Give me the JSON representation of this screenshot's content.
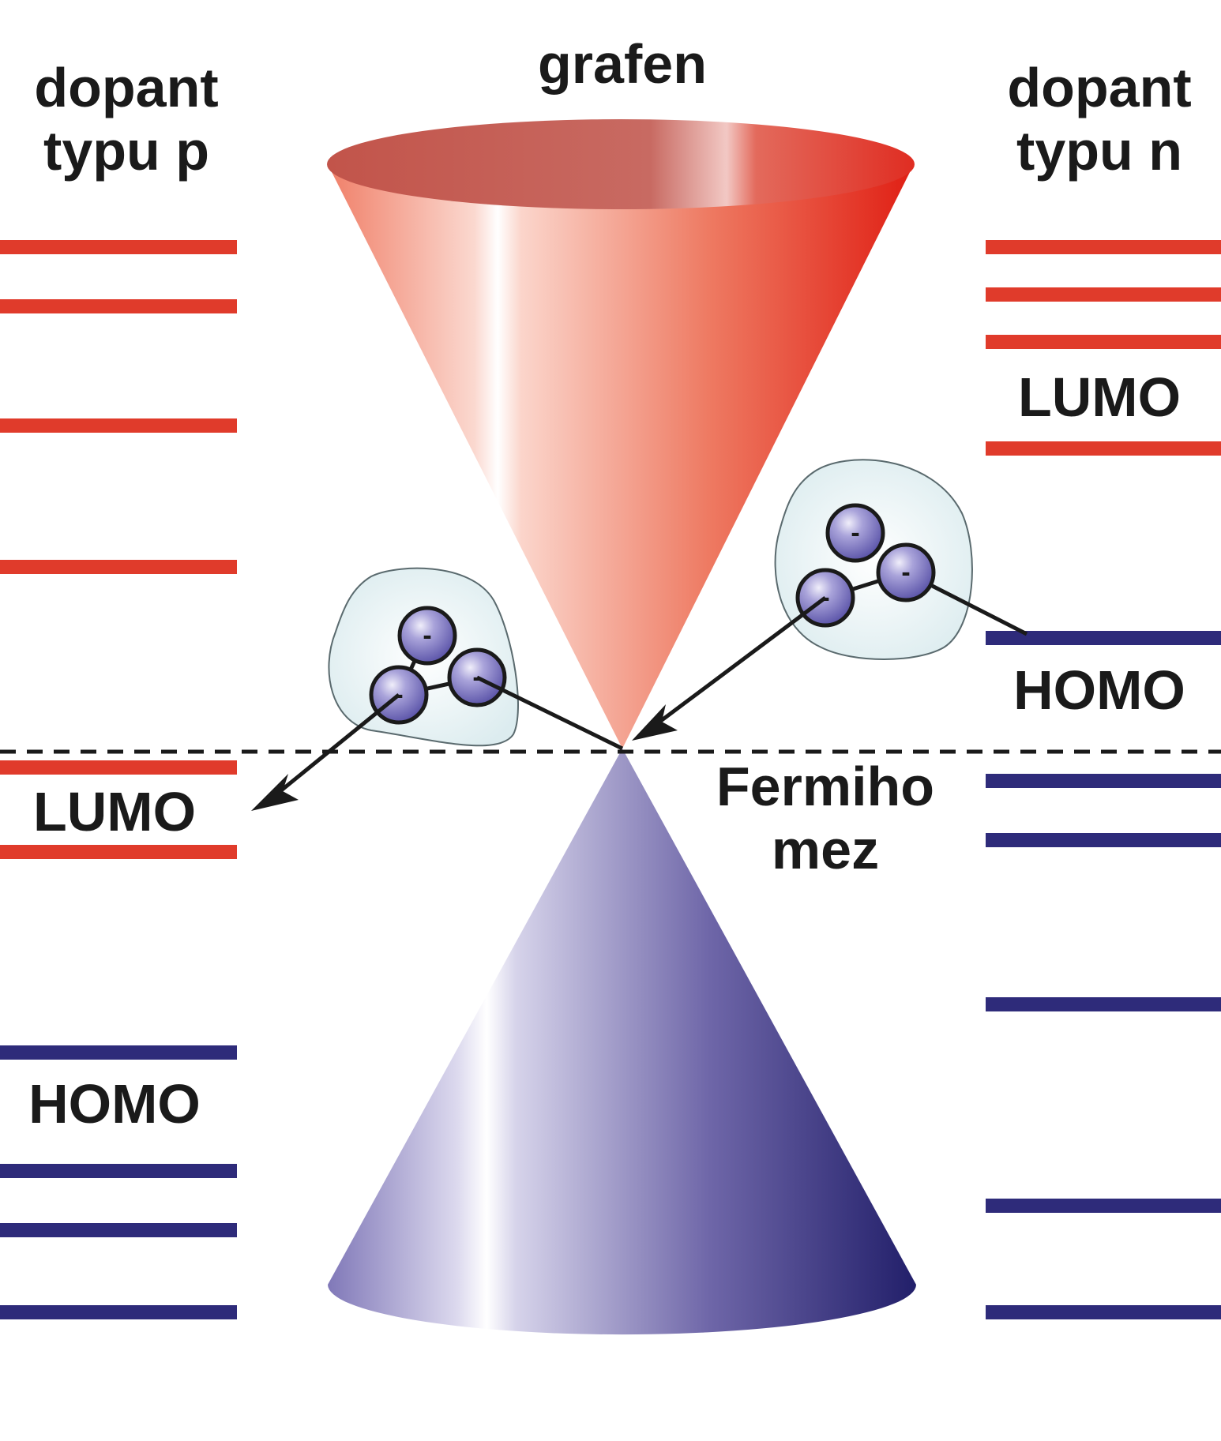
{
  "title": "grafen",
  "left": {
    "header_line1": "dopant",
    "header_line2": "typu p",
    "lumo_label": "LUMO",
    "homo_label": "HOMO"
  },
  "right": {
    "header_line1": "dopant",
    "header_line2": "typu n",
    "lumo_label": "LUMO",
    "homo_label": "HOMO"
  },
  "fermi": {
    "line1": "Fermiho",
    "line2": "mez"
  },
  "electron_symbol": "-",
  "colors": {
    "conduction": "#e03a2a",
    "valence": "#2b2a75",
    "line_red": "#e03b2b",
    "line_blue": "#2e2b7a",
    "cloud": "#e6f2f4",
    "electron": "#6a63b8"
  }
}
